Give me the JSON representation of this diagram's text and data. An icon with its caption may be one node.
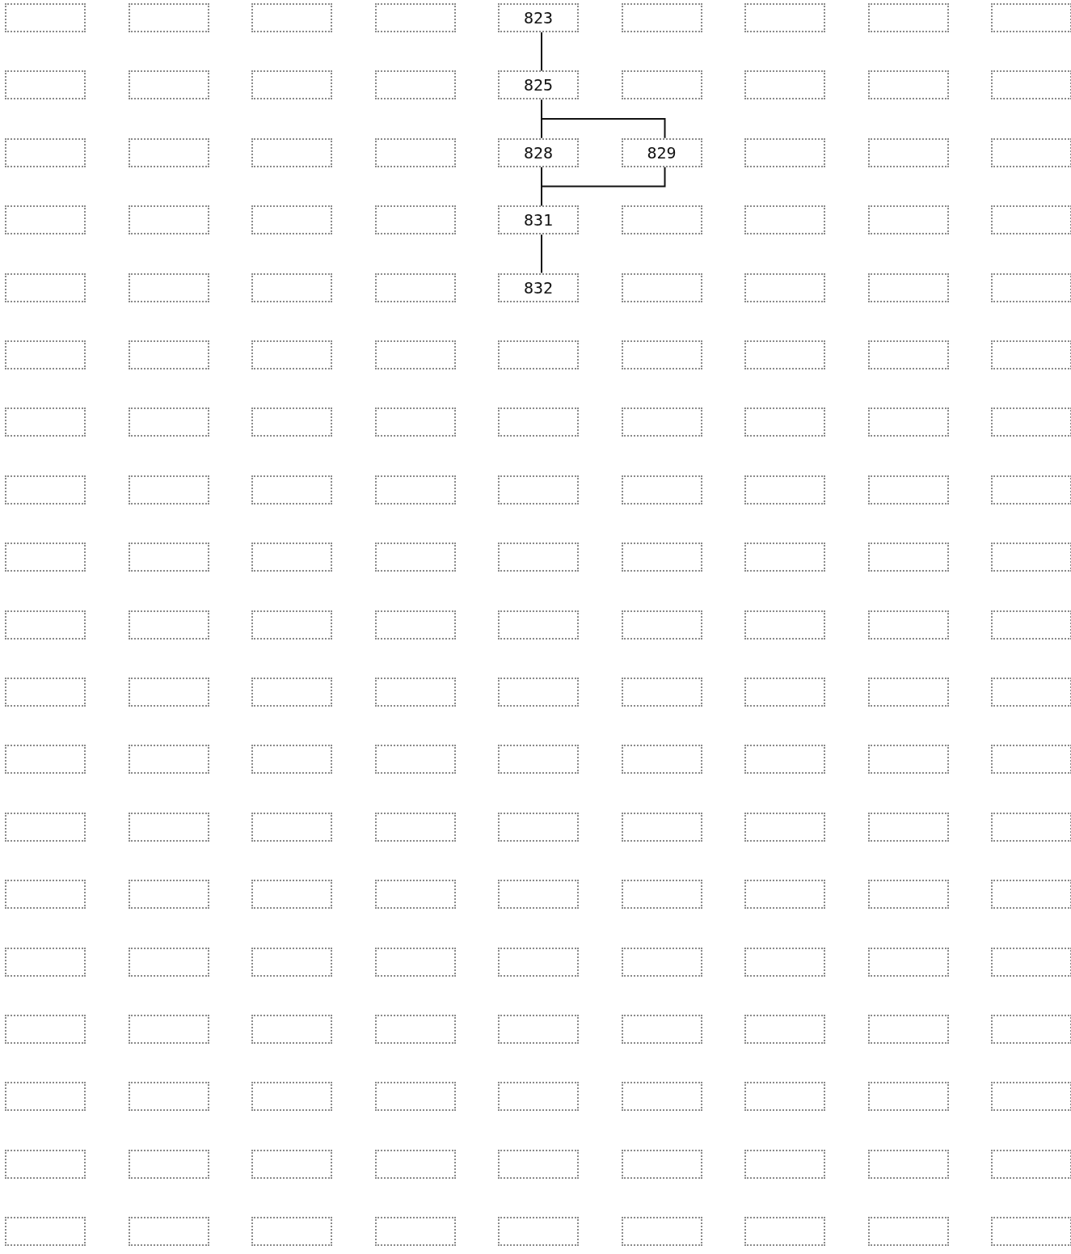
{
  "diagram": {
    "nodes": [
      {
        "text": [],
        "shape": "box"
      },
      {
        "text": [],
        "shape": "box"
      },
      {
        "text": [],
        "shape": "box"
      },
      {
        "text": [],
        "shape": "box"
      },
      {
        "text": [
          "823"
        ]
      },
      {
        "text": [],
        "shape": "box"
      },
      {
        "text": [],
        "shape": "box"
      },
      {
        "text": [],
        "shape": "box"
      },
      {
        "text": [],
        "shape": "box"
      },
      {
        "text": [],
        "shape": "box"
      },
      {
        "text": [],
        "shape": "box"
      },
      {
        "text": [],
        "shape": "box"
      },
      {
        "text": [],
        "shape": "box"
      },
      {
        "text": [
          "825"
        ]
      },
      {
        "text": [],
        "shape": "box"
      },
      {
        "text": [],
        "shape": "box"
      },
      {
        "text": [],
        "shape": "box"
      },
      {
        "text": [],
        "shape": "box"
      },
      {
        "text": [],
        "shape": "box"
      },
      {
        "text": [],
        "shape": "box"
      },
      {
        "text": [],
        "shape": "box"
      },
      {
        "text": [],
        "shape": "box"
      },
      {
        "text": [
          "828"
        ]
      },
      {
        "text": [
          "829"
        ]
      },
      {
        "text": [],
        "shape": "box"
      },
      {
        "text": [],
        "shape": "box"
      },
      {
        "text": [],
        "shape": "box"
      },
      {
        "text": [],
        "shape": "box"
      },
      {
        "text": [],
        "shape": "box"
      },
      {
        "text": [],
        "shape": "box"
      },
      {
        "text": [],
        "shape": "box"
      },
      {
        "text": [
          "831"
        ]
      },
      {
        "text": [],
        "shape": "box"
      },
      {
        "text": [],
        "shape": "box"
      },
      {
        "text": [],
        "shape": "box"
      },
      {
        "text": [],
        "shape": "box"
      },
      {
        "text": [],
        "shape": "box"
      },
      {
        "text": [],
        "shape": "box"
      },
      {
        "text": [],
        "shape": "box"
      },
      {
        "text": [],
        "shape": "box"
      },
      {
        "text": [
          "832"
        ]
      },
      {
        "text": [],
        "shape": "box"
      },
      {
        "text": [],
        "shape": "box"
      },
      {
        "text": [],
        "shape": "box"
      },
      {
        "text": [],
        "shape": "box"
      },
      {
        "text": [],
        "shape": "box"
      },
      {
        "text": [],
        "shape": "box"
      },
      {
        "text": [],
        "shape": "box"
      },
      {
        "text": [],
        "shape": "box"
      },
      {
        "text": [],
        "shape": "box"
      },
      {
        "text": [],
        "shape": "box"
      },
      {
        "text": [],
        "shape": "box"
      },
      {
        "text": [],
        "shape": "box"
      },
      {
        "text": [],
        "shape": "box"
      },
      {
        "text": [],
        "shape": "box"
      },
      {
        "text": [],
        "shape": "box"
      },
      {
        "text": [],
        "shape": "box"
      },
      {
        "text": [],
        "shape": "box"
      },
      {
        "text": [],
        "shape": "box"
      },
      {
        "text": [],
        "shape": "box"
      },
      {
        "text": [],
        "shape": "box"
      },
      {
        "text": [],
        "shape": "box"
      },
      {
        "text": [],
        "shape": "box"
      },
      {
        "text": [],
        "shape": "box"
      },
      {
        "text": [],
        "shape": "box"
      },
      {
        "text": [],
        "shape": "box"
      },
      {
        "text": [],
        "shape": "box"
      },
      {
        "text": [],
        "shape": "box"
      },
      {
        "text": [],
        "shape": "box"
      },
      {
        "text": [],
        "shape": "box"
      },
      {
        "text": [],
        "shape": "box"
      },
      {
        "text": [],
        "shape": "box"
      },
      {
        "text": [],
        "shape": "box"
      },
      {
        "text": [],
        "shape": "box"
      },
      {
        "text": [],
        "shape": "box"
      },
      {
        "text": [],
        "shape": "box"
      },
      {
        "text": [],
        "shape": "box"
      },
      {
        "text": [],
        "shape": "box"
      },
      {
        "text": [],
        "shape": "box"
      },
      {
        "text": [],
        "shape": "box"
      },
      {
        "text": [],
        "shape": "box"
      },
      {
        "text": [],
        "shape": "box"
      },
      {
        "text": [],
        "shape": "box"
      },
      {
        "text": [],
        "shape": "box"
      },
      {
        "text": [],
        "shape": "box"
      },
      {
        "text": [],
        "shape": "box"
      },
      {
        "text": [],
        "shape": "box"
      },
      {
        "text": [],
        "shape": "box"
      },
      {
        "text": [],
        "shape": "box"
      },
      {
        "text": [],
        "shape": "box"
      },
      {
        "text": [],
        "shape": "box"
      },
      {
        "text": [],
        "shape": "box"
      },
      {
        "text": [],
        "shape": "box"
      },
      {
        "text": [],
        "shape": "box"
      },
      {
        "text": [],
        "shape": "box"
      },
      {
        "text": [],
        "shape": "box"
      },
      {
        "text": [],
        "shape": "box"
      },
      {
        "text": [],
        "shape": "box"
      },
      {
        "text": [],
        "shape": "box"
      },
      {
        "text": [],
        "shape": "box"
      },
      {
        "text": [],
        "shape": "box"
      },
      {
        "text": [],
        "shape": "box"
      },
      {
        "text": [],
        "shape": "box"
      },
      {
        "text": [],
        "shape": "box"
      },
      {
        "text": [],
        "shape": "box"
      },
      {
        "text": [],
        "shape": "box"
      },
      {
        "text": [],
        "shape": "box"
      },
      {
        "text": [],
        "shape": "box"
      },
      {
        "text": [],
        "shape": "box"
      },
      {
        "text": [],
        "shape": "box"
      },
      {
        "text": [],
        "shape": "box"
      },
      {
        "text": [],
        "shape": "box"
      },
      {
        "text": [],
        "shape": "box"
      },
      {
        "text": [],
        "shape": "box"
      },
      {
        "text": [],
        "shape": "box"
      },
      {
        "text": [],
        "shape": "box"
      },
      {
        "text": [],
        "shape": "box"
      },
      {
        "text": [],
        "shape": "box"
      },
      {
        "text": [],
        "shape": "box"
      },
      {
        "text": [],
        "shape": "box"
      },
      {
        "text": [],
        "shape": "box"
      },
      {
        "text": [],
        "shape": "box"
      },
      {
        "text": [],
        "shape": "box"
      },
      {
        "text": [],
        "shape": "box"
      },
      {
        "text": [],
        "shape": "box"
      },
      {
        "text": [],
        "shape": "box"
      },
      {
        "text": [],
        "shape": "box"
      },
      {
        "text": [],
        "shape": "box"
      },
      {
        "text": [],
        "shape": "box"
      },
      {
        "text": [],
        "shape": "box"
      },
      {
        "text": [],
        "shape": "box"
      },
      {
        "text": [],
        "shape": "box"
      },
      {
        "text": [],
        "shape": "box"
      },
      {
        "text": [],
        "shape": "box"
      },
      {
        "text": [],
        "shape": "box"
      },
      {
        "text": [],
        "shape": "box"
      },
      {
        "text": [],
        "shape": "box"
      },
      {
        "text": [],
        "shape": "box"
      },
      {
        "text": [],
        "shape": "box"
      },
      {
        "text": [],
        "shape": "box"
      },
      {
        "text": [],
        "shape": "box"
      },
      {
        "text": [],
        "shape": "box"
      },
      {
        "text": [],
        "shape": "box"
      },
      {
        "text": [],
        "shape": "box"
      },
      {
        "text": [],
        "shape": "box"
      },
      {
        "text": [],
        "shape": "box"
      },
      {
        "text": [],
        "shape": "box"
      },
      {
        "text": [],
        "shape": "box"
      },
      {
        "text": [],
        "shape": "box"
      },
      {
        "text": [],
        "shape": "box"
      },
      {
        "text": [],
        "shape": "box"
      },
      {
        "text": [],
        "shape": "box"
      },
      {
        "text": [],
        "shape": "box"
      },
      {
        "text": [],
        "shape": "box"
      },
      {
        "text": [],
        "shape": "box"
      },
      {
        "text": [],
        "shape": "box"
      },
      {
        "text": [],
        "shape": "box"
      },
      {
        "text": [],
        "shape": "box"
      },
      {
        "text": [],
        "shape": "box"
      },
      {
        "text": [],
        "shape": "box"
      },
      {
        "text": [],
        "shape": "box"
      },
      {
        "text": [],
        "shape": "box"
      },
      {
        "text": [],
        "shape": "box"
      },
      {
        "text": [],
        "shape": "box"
      },
      {
        "text": [],
        "shape": "box"
      },
      {
        "text": [],
        "shape": "box"
      },
      {
        "text": [],
        "shape": "box"
      },
      {
        "text": [],
        "shape": "box"
      },
      {
        "text": [],
        "shape": "box"
      },
      {
        "text": [],
        "shape": "box"
      },
      {
        "text": [],
        "shape": "box"
      }
    ],
    "edges": [
      {
        "from": 4,
        "to": 13,
        "arrow": "none"
      },
      {
        "from": 13,
        "to": 22,
        "arrow": "none"
      },
      {
        "from": 13,
        "to": 23,
        "arrow": "none"
      },
      {
        "from": 22,
        "to": 31,
        "arrow": "none"
      },
      {
        "from": 23,
        "to": 31,
        "arrow": "none"
      },
      {
        "from": 31,
        "to": 40,
        "arrow": "none"
      }
    ]
  }
}
